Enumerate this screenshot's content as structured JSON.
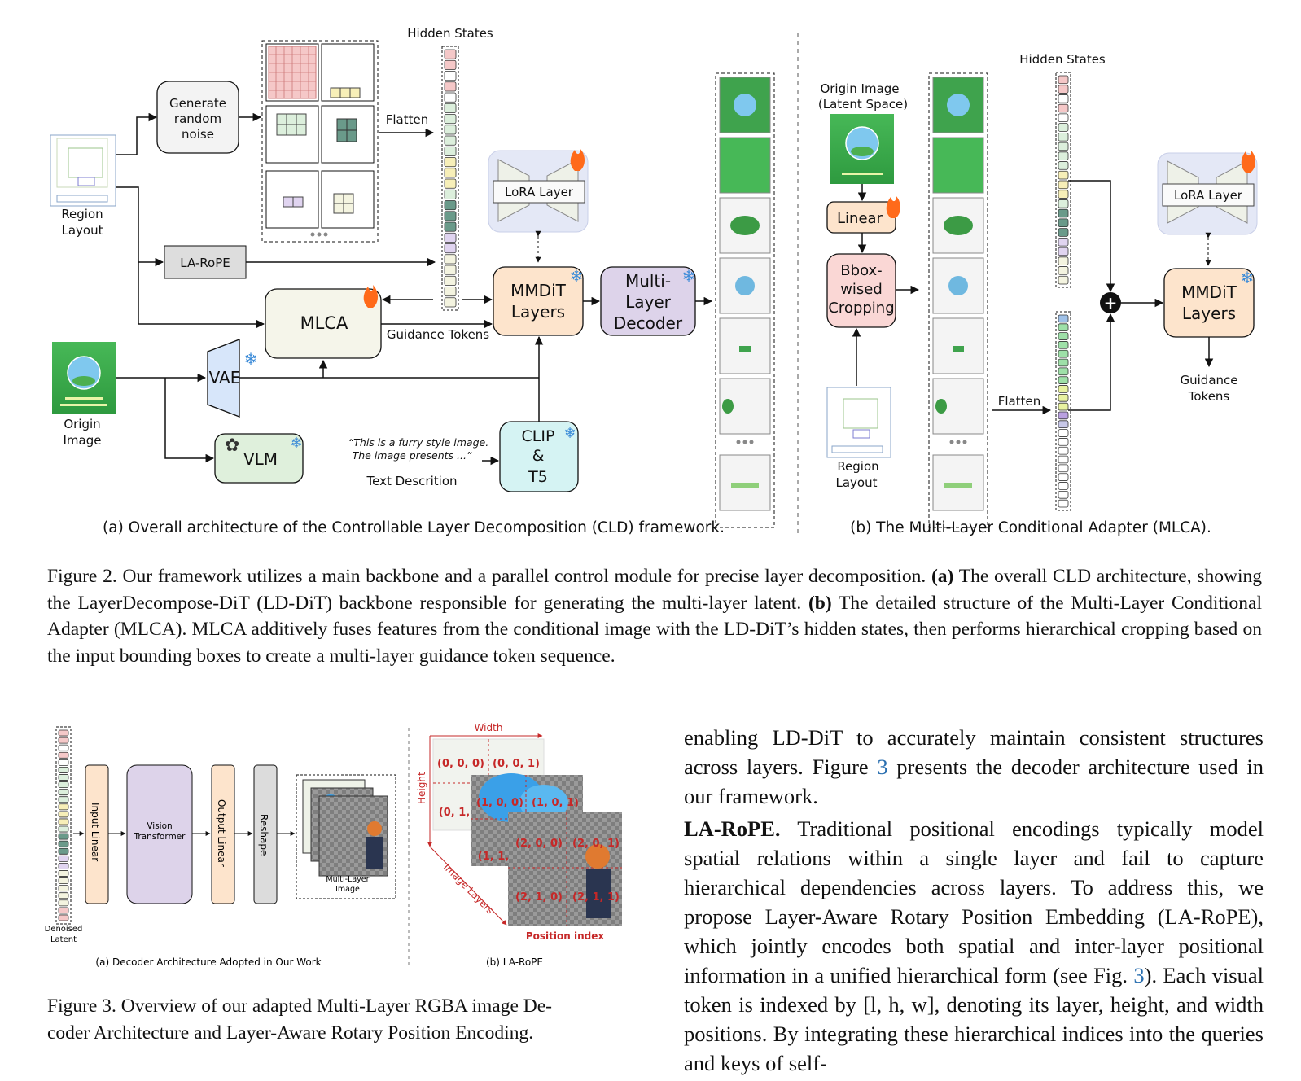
{
  "figure2": {
    "a": {
      "region_layout": "Region\nLayout",
      "region_layout_l1": "Region",
      "region_layout_l2": "Layout",
      "generate_noise_l1": "Generate",
      "generate_noise_l2": "random",
      "generate_noise_l3": "noise",
      "hidden_states": "Hidden States",
      "flatten": "Flatten",
      "la_rope": "LA-RoPE",
      "mlca": "MLCA",
      "guidance_tokens": "Guidance Tokens",
      "lora_layer": "LoRA Layer",
      "mmdit_l1": "MMDiT",
      "mmdit_l2": "Layers",
      "decoder_l1": "Multi-",
      "decoder_l2": "Layer",
      "decoder_l3": "Decoder",
      "origin_image_l1": "Origin",
      "origin_image_l2": "Image",
      "vae": "VAE",
      "vlm": "VLM",
      "quote_l1": "“This is a furry style image.",
      "quote_l2": "The image presents ...”",
      "text_description": "Text Descrition",
      "clip_l1": "CLIP",
      "clip_l2": "&",
      "clip_l3": "T5",
      "subcaption": "(a) Overall architecture of the Controllable Layer Decomposition (CLD) framework."
    },
    "b": {
      "origin_image_l1": "Origin Image",
      "origin_image_l2": "(Latent Space)",
      "linear": "Linear",
      "bbox_l1": "Bbox-",
      "bbox_l2": "wised",
      "bbox_l3": "Cropping",
      "region_layout_l1": "Region",
      "region_layout_l2": "Layout",
      "hidden_states": "Hidden States",
      "flatten": "Flatten",
      "lora_layer": "LoRA Layer",
      "mmdit_l1": "MMDiT",
      "mmdit_l2": "Layers",
      "guidance_l1": "Guidance",
      "guidance_l2": "Tokens",
      "subcaption": "(b) The Multi-Layer Conditional Adapter (MLCA)."
    },
    "caption_label": "Figure 2.",
    "caption_text_1": "Our framework utilizes a main backbone and a parallel control module for precise layer decomposition.",
    "caption_bold_a": "(a)",
    "caption_text_2": "The overall CLD architecture, showing the LayerDecompose-DiT (LD-DiT) backbone responsible for generating the multi-layer latent.",
    "caption_bold_b": "(b)",
    "caption_text_3": "The detailed structure of the Multi-Layer Conditional Adapter (MLCA). MLCA additively fuses features from the conditional image with the LD-DiT’s hidden states, then performs hierarchical cropping based on the input bounding boxes to create a multi-layer guidance token sequence."
  },
  "figure3": {
    "a": {
      "denoised_l1": "Denoised",
      "denoised_l2": "Latent",
      "input_linear": "Input Linear",
      "vit_l1": "Vision",
      "vit_l2": "Transformer",
      "output_linear": "Output Linear",
      "reshape": "Reshape",
      "mli_l1": "Multi-Layer",
      "mli_l2": "Image",
      "subcaption": "(a)  Decoder Architecture Adopted in Our Work"
    },
    "b": {
      "width": "Width",
      "height": "Height",
      "image_layers": "Image Layers",
      "position_index": "Position index",
      "p000": "(0, 0, 0)",
      "p001": "(0, 0, 1)",
      "p01": "(0, 1,",
      "p100": "(1, 0, 0)",
      "p101": "(1, 0, 1)",
      "p11": "(1, 1,",
      "p200": "(2, 0, 0)",
      "p201": "(2, 0, 1)",
      "p210": "(2, 1, 0)",
      "p211": "(2, 1, 1)",
      "subcaption": "(b)  LA-RoPE"
    },
    "caption_line1": "Figure 3. Overview of our adapted Multi-Layer RGBA image De-",
    "caption_line2": "coder Architecture and Layer-Aware Rotary Position Encoding."
  },
  "body": {
    "para1_a": "enabling LD-DiT to accurately maintain consistent structures across layers. Figure ",
    "para1_ref": "3",
    "para1_b": " presents the decoder architecture used in our framework.",
    "para2_head": "LA-RoPE.",
    "para2_a": " Traditional positional encodings typically model spatial relations within a single layer and fail to capture hierarchical dependencies across layers. To address this, we propose Layer-Aware Rotary Position Embedding (LA-RoPE), which jointly encodes both spatial and inter-layer positional information in a unified hierarchical form (see Fig. ",
    "para2_ref": "3",
    "para2_b": "). Each visual token is indexed by [l, h, w], denoting its layer, height, and width positions. By integrating these hierarchical indices into the queries and keys of self-"
  },
  "colors": {
    "mmdit": "#fde4cc",
    "decoder": "#ddd3ea",
    "vae": "#d7e6fa",
    "vlm": "#dff0dc",
    "clip": "#d5f3f3",
    "mlca": "#f5f5ea",
    "bbox": "#fad7d5",
    "red_label": "#c62828",
    "green_img": "#3fa34d"
  }
}
